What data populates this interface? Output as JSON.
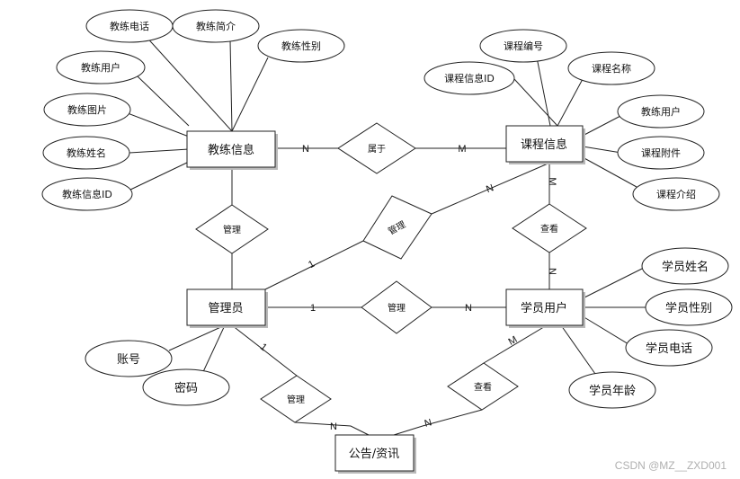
{
  "entities": {
    "coach": "教练信息",
    "course": "课程信息",
    "admin": "管理员",
    "student": "学员用户",
    "notice": "公告/资讯"
  },
  "relationships": {
    "belongs": "属于",
    "admin_coach": "管理",
    "admin_course": "管理",
    "admin_student": "管理",
    "admin_notice": "管理",
    "student_course": "查看",
    "student_notice": "查看"
  },
  "attributes": {
    "coach_phone": "教练电话",
    "coach_intro": "教练简介",
    "coach_gender": "教练性别",
    "coach_user": "教练用户",
    "coach_image": "教练图片",
    "coach_name": "教练姓名",
    "coach_id": "教练信息ID",
    "course_no": "课程编号",
    "course_id": "课程信息ID",
    "course_name": "课程名称",
    "course_coach_user": "教练用户",
    "course_attachment": "课程附件",
    "course_desc": "课程介绍",
    "account": "账号",
    "password": "密码",
    "student_name": "学员姓名",
    "student_gender": "学员性别",
    "student_phone": "学员电话",
    "student_age": "学员年龄"
  },
  "cardinalities": {
    "coach_belongs": "N",
    "belongs_course": "M",
    "course_view": "M",
    "view_student": "N",
    "admin_diag": "1",
    "diag_course": "N",
    "admin_manage": "1",
    "manage_student": "N",
    "admin_notice": "1",
    "manage_notice": "N",
    "view_notice": "N",
    "student_notice": "M"
  },
  "watermark": "CSDN @MZ__ZXD001"
}
